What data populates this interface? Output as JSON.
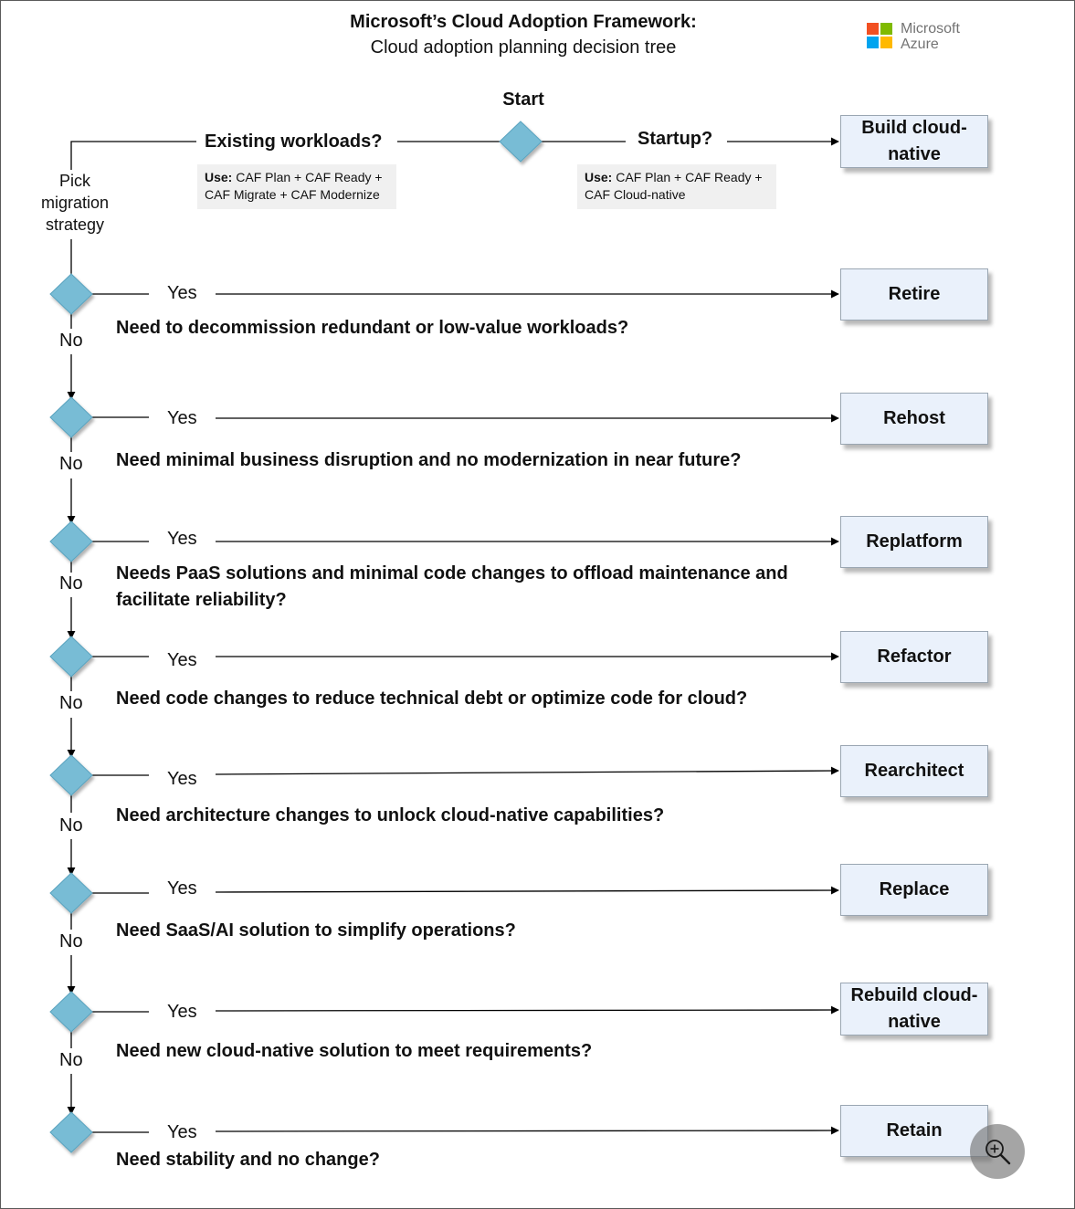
{
  "header": {
    "title": "Microsoft’s Cloud Adoption Framework:",
    "subtitle": "Cloud adoption planning decision tree",
    "logo": {
      "line1": "Microsoft",
      "line2": "Azure",
      "colors": [
        "#f25022",
        "#7fba00",
        "#00a4ef",
        "#ffb900"
      ]
    }
  },
  "start_label": "Start",
  "branches": {
    "existing": {
      "label": "Existing workloads?",
      "use_prefix": "Use:",
      "use_line1": "CAF Plan + CAF Ready +",
      "use_line2": "CAF Migrate + CAF Modernize"
    },
    "startup": {
      "label": "Startup?",
      "use_prefix": "Use:",
      "use_line1": "CAF Plan + CAF Ready +",
      "use_line2": "CAF Cloud-native",
      "outcome_line1": "Build cloud-",
      "outcome_line2": "native"
    }
  },
  "pick_strategy": {
    "line1": "Pick",
    "line2": "migration",
    "line3": "strategy"
  },
  "yes_label": "Yes",
  "no_label": "No",
  "steps": [
    {
      "question": "Need to decommission redundant or low-value workloads?",
      "outcome": "Retire"
    },
    {
      "question": "Need minimal business disruption and no modernization in near future?",
      "outcome": "Rehost"
    },
    {
      "question": "Needs PaaS solutions and minimal code changes to offload maintenance and facilitate reliability?",
      "outcome": "Replatform"
    },
    {
      "question": "Need code changes to reduce technical debt or optimize code for cloud?",
      "outcome": "Refactor"
    },
    {
      "question": "Need architecture changes to unlock cloud-native capabilities?",
      "outcome": "Rearchitect"
    },
    {
      "question": "Need SaaS/AI solution to simplify operations?",
      "outcome": "Replace"
    },
    {
      "question": "Need new cloud-native solution to meet requirements?",
      "outcome_line1": "Rebuild cloud-",
      "outcome_line2": "native"
    },
    {
      "question": "Need stability and no change?",
      "outcome": "Retain"
    }
  ],
  "colors": {
    "decision_fill": "#78bcd5",
    "outcome_fill": "#eaf1fb",
    "line": "#000000",
    "use_box": "#f0f0f0"
  },
  "icons": {
    "zoom": "zoom-in-icon"
  }
}
